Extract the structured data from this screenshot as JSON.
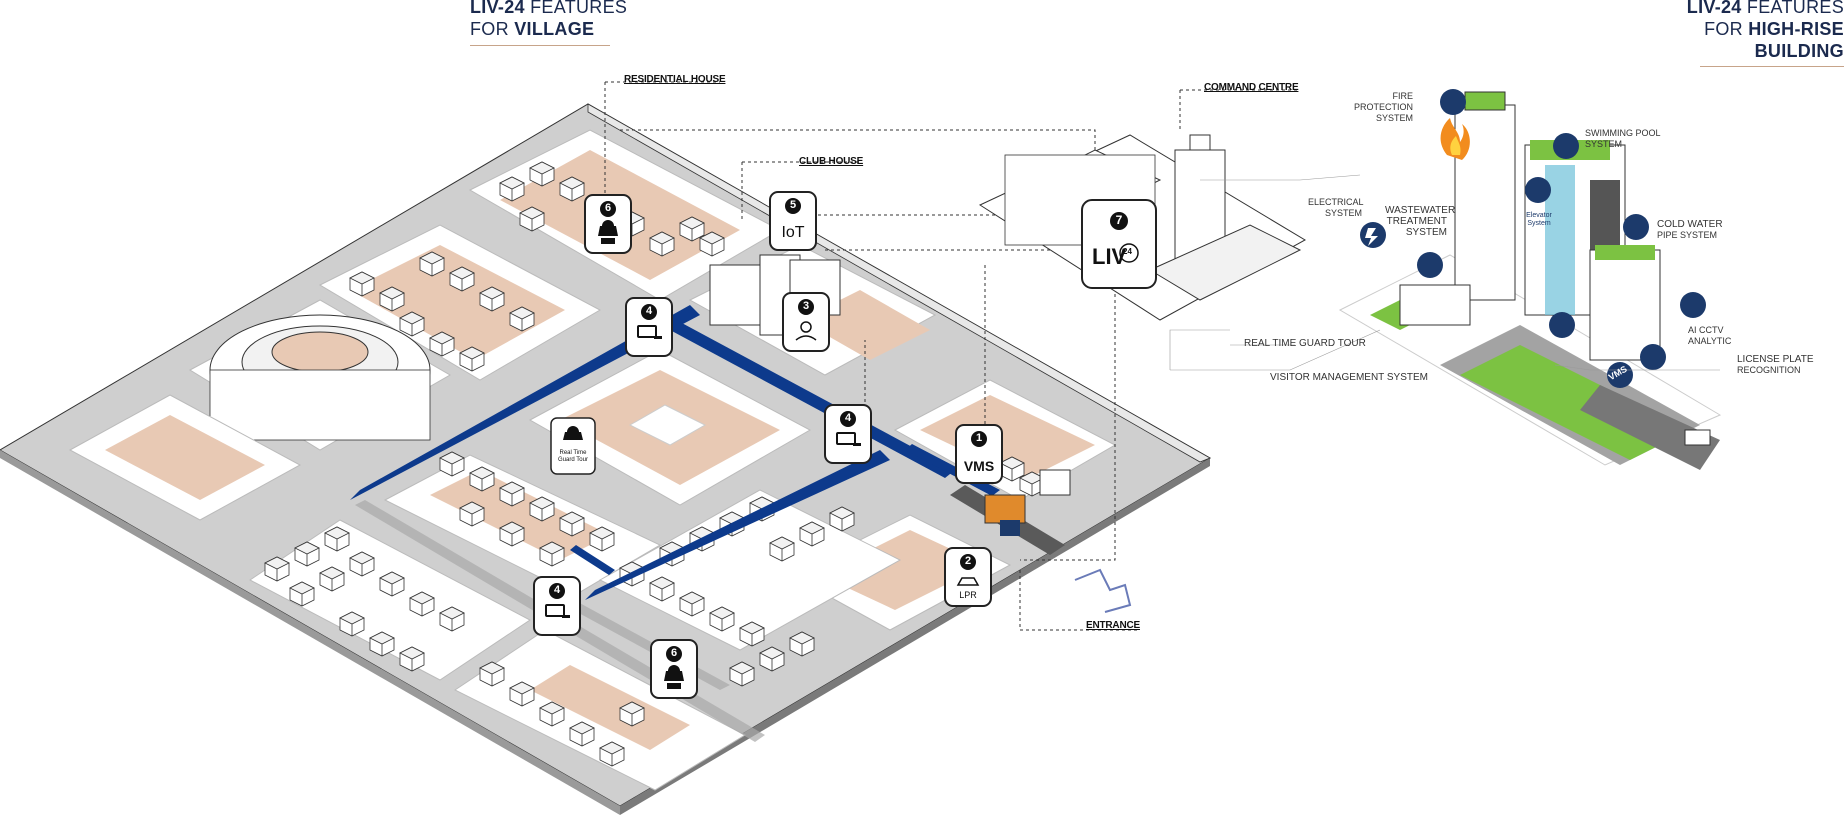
{
  "village_title": {
    "brand": "LIV-24",
    "line1_rest": "FEATURES",
    "line2_for": "FOR",
    "line2_word": "VILLAGE"
  },
  "highrise_title": {
    "brand": "LIV-24",
    "line1_rest": "FEATURES",
    "line2_for": "FOR",
    "line2_word": "HIGH-RISE",
    "line3_word": "BUILDING"
  },
  "village_labels": {
    "residential_house": "RESIDENTIAL HOUSE",
    "club_house": "CLUB HOUSE",
    "command_centre": "COMMAND CENTRE",
    "entrance": "ENTRANCE",
    "real_time_guard_tour": "REAL TIME GUARD TOUR",
    "visitor_management_system": "VISITOR MANAGEMENT SYSTEM"
  },
  "badges": {
    "b1": {
      "num": "1",
      "text": "VMS"
    },
    "b2": {
      "num": "2",
      "text": "LPR"
    },
    "b3": {
      "num": "3"
    },
    "b4": {
      "num": "4"
    },
    "b5": {
      "num": "5",
      "text": "IoT"
    },
    "b6": {
      "num": "6"
    },
    "b7": {
      "num": "7",
      "text": "LIV",
      "sup": "24"
    },
    "guard_small": {
      "line1": "Real Time",
      "line2": "Guard Tour"
    }
  },
  "highrise_callouts": {
    "fire_protection": {
      "l1": "FIRE PROTECTION",
      "l2": "SYSTEM"
    },
    "swimming_pool": {
      "l1": "SWIMMING POOL",
      "l2": "SYSTEM"
    },
    "electrical": {
      "l1": "ELECTRICAL",
      "l2": "SYSTEM"
    },
    "wastewater": {
      "l1": "WASTEWATER",
      "l2": "TREATMENT",
      "l3": "SYSTEM"
    },
    "cold_water": {
      "l1": "COLD WATER",
      "l2": "PIPE SYSTEM"
    },
    "ai_cctv": {
      "l1": "AI CCTV",
      "l2": "ANALYTIC"
    },
    "license_plate": {
      "l1": "LICENSE PLATE",
      "l2": "RECOGNITION"
    },
    "elevator": {
      "l1": "Elevator",
      "l2": "System"
    },
    "vms_icon": "VMS"
  },
  "colors": {
    "navy": "#1b2a4e",
    "road_blue": "#0d3a8c",
    "plot_tan": "#e8c9b4",
    "ground_gray": "#d9d9d9",
    "icon_navy": "#1c3a6b",
    "grass": "#7cc242"
  }
}
